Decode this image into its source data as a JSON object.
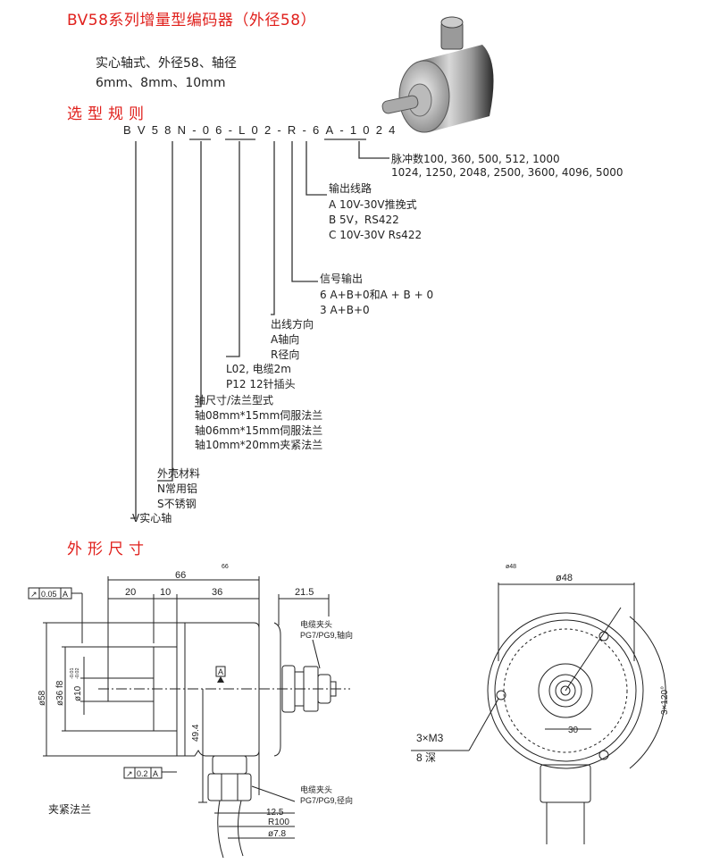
{
  "title": "BV58系列增量型编码器（外径58）",
  "description": [
    "实心轴式、外径58、轴径",
    "6mm、8mm、10mm"
  ],
  "selection_heading": "选型规则",
  "model_code": "BV58N-06-L02-R-6A-1024",
  "options": {
    "pulses": [
      "脉冲数100, 360, 500, 512, 1000",
      "1024, 1250, 2048, 2500, 3600, 4096, 5000"
    ],
    "output_circuit": [
      "输出线路",
      "A  10V-30V推挽式",
      "B  5V，RS422",
      "C  10V-30V Rs422"
    ],
    "signal_output": [
      "信号输出",
      "6 A+B+0和A + B + 0",
      "3 A+B+0"
    ],
    "cable_direction": [
      "出线方向",
      "A轴向",
      "R径向"
    ],
    "connection": [
      "L02, 电缆2m",
      "P12   12针插头"
    ],
    "shaft_flange": [
      "轴尺寸/法兰型式",
      "轴08mm*15mm伺服法兰",
      "轴06mm*15mm伺服法兰",
      "轴10mm*20mm夹紧法兰"
    ],
    "housing": [
      "外壳材料",
      "N常用铝",
      "S不锈钢"
    ],
    "shaft_type": [
      "V实心轴"
    ]
  },
  "dimensions_heading": "外形尺寸",
  "side_view": {
    "dims": {
      "total": "66",
      "total_small": "66",
      "d20": "20",
      "d10": "10",
      "d36": "36",
      "d21_5": "21.5",
      "dia58": "ø58",
      "dia36": "ø36 f8",
      "dia10": "ø10",
      "tol_upper": "-0.01",
      "tol_lower": "-0.02",
      "h49_4": "49.4",
      "d12_5": "12.5",
      "r100": "R100",
      "dia7_8": "ø7.8"
    },
    "tolerance_top": {
      "value": "0.05",
      "datum": "A"
    },
    "tolerance_bottom": {
      "value": "0.2",
      "datum": "A"
    },
    "datum": "A",
    "cable_axial": [
      "电缆夹头",
      "PG7/PG9,轴向"
    ],
    "cable_radial": [
      "电缆夹头",
      "PG7/PG9,径向"
    ],
    "flange_label": "夹紧法兰"
  },
  "front_view": {
    "dia48_small": "ø48",
    "dia48": "ø48",
    "angle": "3×120°",
    "angle30": "30",
    "holes": [
      "3×M3",
      "8 深"
    ]
  }
}
